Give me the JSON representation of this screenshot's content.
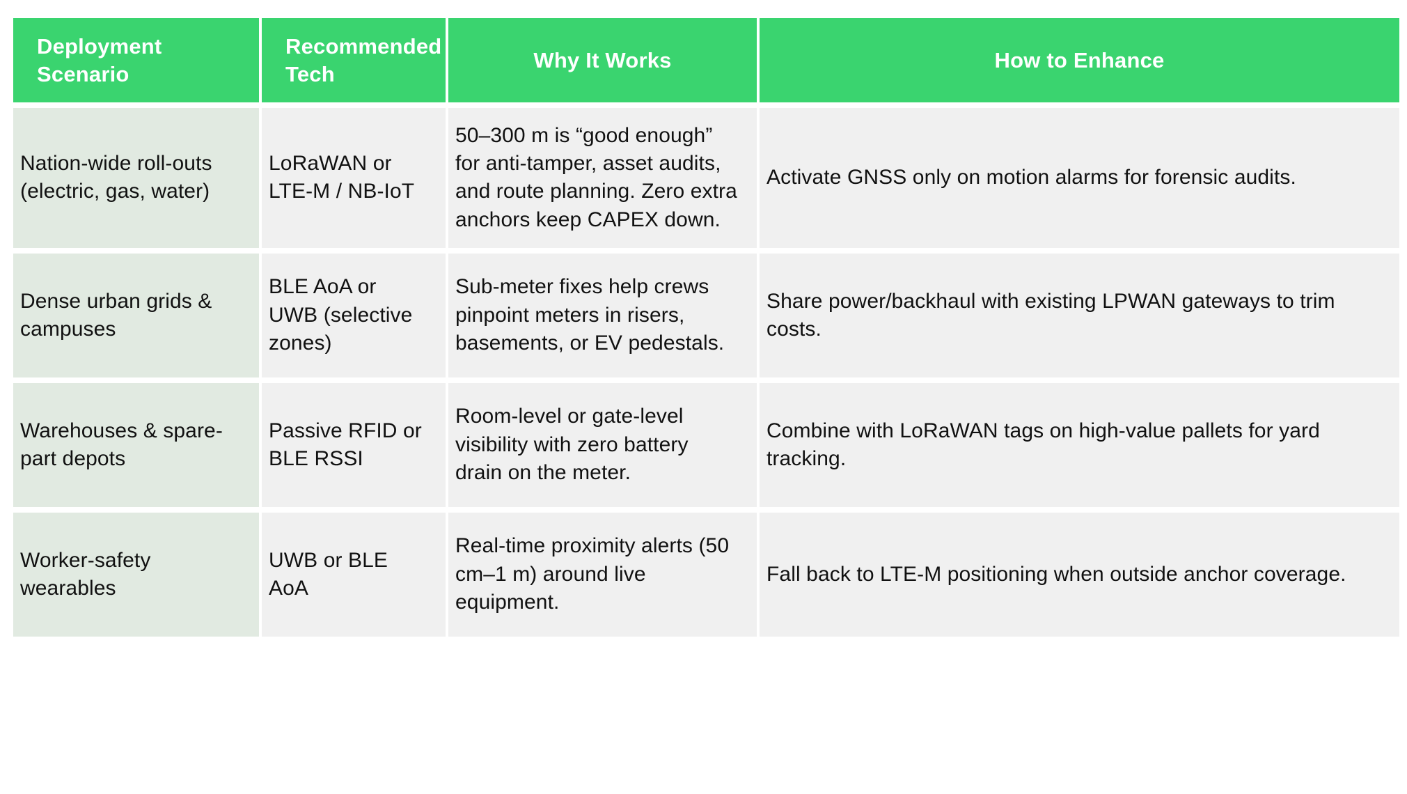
{
  "table": {
    "columns": [
      {
        "key": "scenario",
        "label": "Deployment Scenario"
      },
      {
        "key": "tech",
        "label": "Recommended Tech"
      },
      {
        "key": "why",
        "label": "Why It Works"
      },
      {
        "key": "how",
        "label": "How to Enhance"
      }
    ],
    "header_bg": "#3ad46f",
    "header_text_color": "#ffffff",
    "scenario_cell_bg": "#e1eae1",
    "cell_bg": "#f0f0f0",
    "cell_text_color": "#111111",
    "page_bg": "#ffffff",
    "rows": [
      {
        "scenario": "Nation-wide roll-outs (electric, gas, water)",
        "tech": "LoRaWAN or LTE-M / NB-IoT",
        "why": "50–300 m is “good enough” for anti-tamper, asset audits, and route planning. Zero extra anchors keep CAPEX down.",
        "how": "Activate GNSS only on motion alarms for forensic audits."
      },
      {
        "scenario": "Dense urban grids & campuses",
        "tech": "BLE AoA or UWB (selective zones)",
        "why": "Sub-meter fixes help crews pinpoint meters in risers, basements, or EV pedestals.",
        "how": "Share power/backhaul with existing LPWAN gateways to trim costs."
      },
      {
        "scenario": "Warehouses & spare-part depots",
        "tech": "Passive RFID or BLE RSSI",
        "why": "Room-level or gate-level visibility with zero battery drain on the meter.",
        "how": "Combine with LoRaWAN tags on high-value pallets for yard tracking."
      },
      {
        "scenario": "Worker-safety wearables",
        "tech": "UWB or BLE AoA",
        "why": "Real-time proximity alerts (50 cm–1 m) around live equipment.",
        "how": "Fall back to LTE-M positioning when outside anchor coverage."
      }
    ]
  }
}
